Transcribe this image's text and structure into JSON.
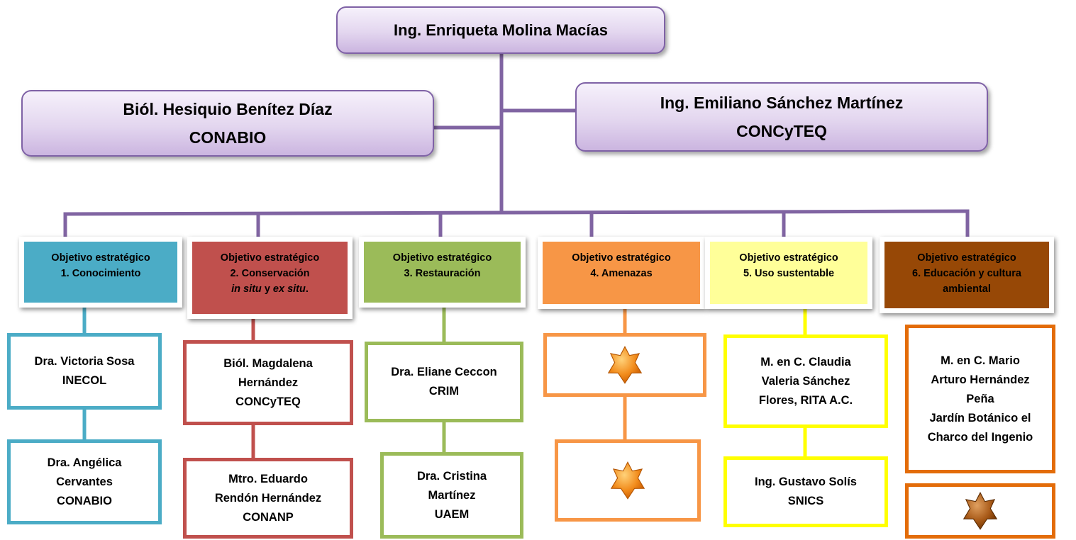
{
  "root": {
    "name": "Ing. Enriqueta Molina Macías"
  },
  "advisors": [
    {
      "name": "Biól. Hesiquio Benítez Díaz",
      "org": "CONABIO"
    },
    {
      "name": "Ing. Emiliano Sánchez Martínez",
      "org": "CONCyTEQ"
    }
  ],
  "objectives": [
    {
      "title": "Objetivo estratégico",
      "line1": "1. Conocimiento",
      "color": "#4bacc6",
      "members": [
        {
          "lines": [
            "Dra. Victoria Sosa",
            "INECOL"
          ]
        },
        {
          "lines": [
            "Dra. Angélica",
            "Cervantes",
            "CONABIO"
          ]
        }
      ]
    },
    {
      "title": "Objetivo estratégico",
      "line1": "2. Conservación",
      "line2_italic_a": "in situ",
      "line2_mid": " y ",
      "line2_italic_b": "ex situ",
      "line2_end": ".",
      "color": "#c0504d",
      "members": [
        {
          "lines": [
            "Biól. Magdalena",
            "Hernández",
            "CONCyTEQ"
          ]
        },
        {
          "lines": [
            "Mtro. Eduardo",
            "Rendón Hernández",
            "CONANP"
          ]
        }
      ]
    },
    {
      "title": "Objetivo estratégico",
      "line1": "3. Restauración",
      "color": "#9bbb59",
      "members": [
        {
          "lines": [
            "Dra. Eliane Ceccon",
            "CRIM"
          ]
        },
        {
          "lines": [
            "Dra. Cristina",
            "Martínez",
            "UAEM"
          ]
        }
      ]
    },
    {
      "title": "Objetivo estratégico",
      "line1": "4. Amenazas",
      "color": "#f79646",
      "members": [
        {
          "icon": "star-icon"
        },
        {
          "icon": "star-icon"
        }
      ]
    },
    {
      "title": "Objetivo estratégico",
      "line1": "5. Uso sustentable",
      "color": "#ffff99",
      "border": "#ffff00",
      "members": [
        {
          "lines": [
            "M. en C. Claudia",
            "Valeria Sánchez",
            "Flores, RITA A.C."
          ]
        },
        {
          "lines": [
            "Ing. Gustavo Solís",
            "SNICS"
          ]
        }
      ]
    },
    {
      "title": "Objetivo estratégico",
      "line1": "6. Educación y cultura",
      "line2": "ambiental",
      "color": "#974806",
      "border": "#e36c09",
      "members": [
        {
          "lines": [
            "M. en C. Mario",
            "Arturo Hernández",
            "Peña",
            "Jardín Botánico el",
            "Charco del Ingenio"
          ]
        },
        {
          "icon": "star-icon"
        }
      ]
    }
  ]
}
